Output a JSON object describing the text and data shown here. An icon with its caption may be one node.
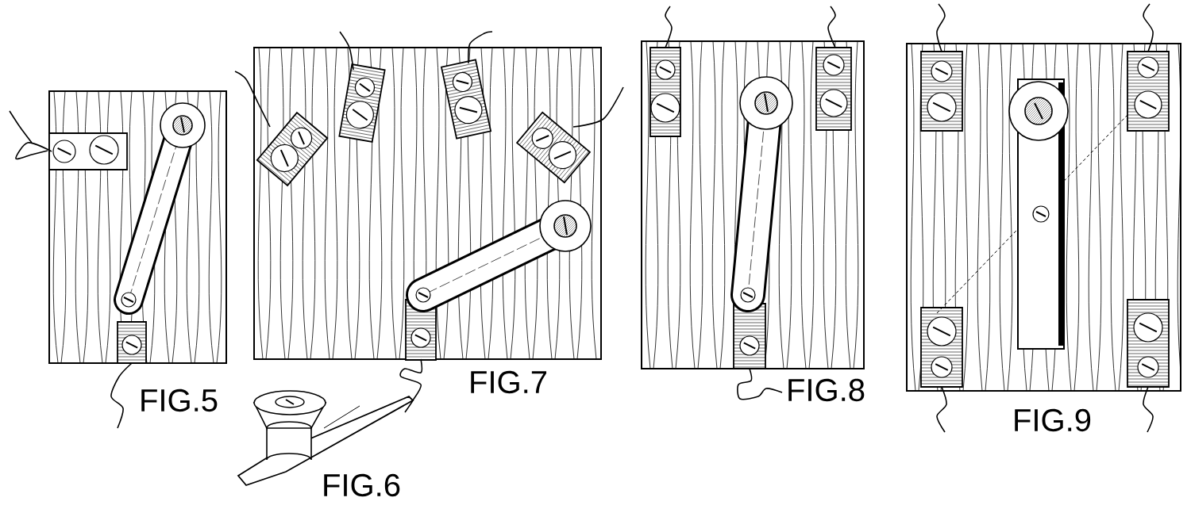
{
  "diagram": {
    "labels": [
      "FIG.5",
      "FIG.7",
      "FIG.8",
      "FIG.9",
      "FIG.6"
    ]
  }
}
